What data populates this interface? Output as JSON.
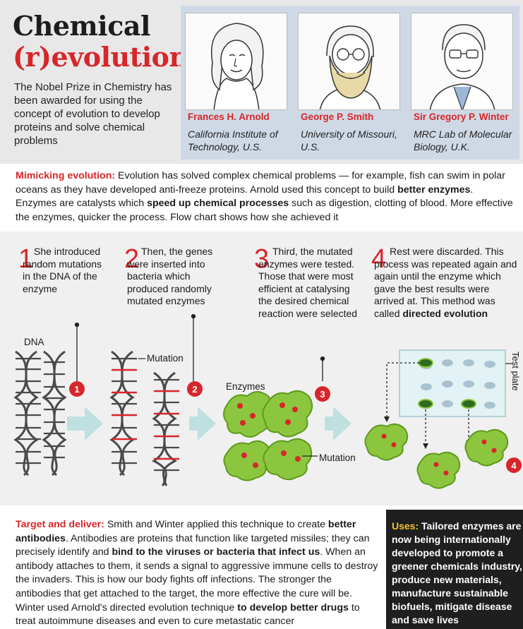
{
  "title": {
    "line1": "Chemical",
    "line2": "(r)evolution"
  },
  "intro": "The Nobel Prize in Chemistry has been awarded for using the concept of evolution to develop proteins and solve chemical problems",
  "laureates": [
    {
      "name": "Frances H. Arnold",
      "institution": "California Institute of Technology, U.S."
    },
    {
      "name": "George P. Smith",
      "institution": "University of Missouri, U.S."
    },
    {
      "name": "Sir Gregory P. Winter",
      "institution": "MRC Lab of Molecular Biology,  U.K."
    }
  ],
  "mimicking": {
    "label": "Mimicking evolution:",
    "text1": " Evolution has solved complex chemical problems — for example, fish can swim in polar oceans as they have developed anti-freeze proteins. Arnold used this concept to build ",
    "bold1": "better enzymes",
    "text2": ". Enzymes are catalysts which ",
    "bold2": "speed up chemical processes",
    "text3": " such as digestion, clotting of blood. More effective the enzymes, quicker the process. Flow chart shows how she achieved it"
  },
  "steps": [
    {
      "num": "1",
      "text": "She introduced random mutations in the DNA of the enzyme"
    },
    {
      "num": "2",
      "text": "Then, the genes were inserted into bacteria which produced randomly mutated enzymes"
    },
    {
      "num": "3",
      "text": "Third, the mutated enzymes were tested. Those that were most efficient at catalysing the desired chemical reaction were selected"
    },
    {
      "num": "4",
      "text": "Rest were discarded. This process was repeated again and again until the enzyme which gave the best results were arrived at. This method was called ",
      "bold": "directed evolution"
    }
  ],
  "diagram_labels": {
    "dna": "DNA",
    "mutation_top": "Mutation",
    "enzymes": "Enzymes",
    "mutation_bottom": "Mutation",
    "test_plate": "Test plate",
    "marker1": "1",
    "marker2": "2",
    "marker3": "3",
    "marker4": "4"
  },
  "target": {
    "label": "Target and deliver:",
    "t1": " Smith and Winter applied this technique to create ",
    "b1": "better antibodies",
    "t2": ". Antibodies are proteins that function like targeted missiles; they can precisely identify and ",
    "b2": "bind to the viruses or bacteria that infect us",
    "t3": ". When an antibody attaches to them, it sends a signal to aggressive immune cells to destroy the invaders. This is how our body fights off infections. The stronger the antibodies that get attached to the target, the more effective the cure will be. Winter used Arnold's directed evolution technique ",
    "b3": "to develop better drugs",
    "t4": " to treat autoimmune diseases and even to cure metastatic cancer"
  },
  "uses": {
    "label": "Uses:",
    "text": " Tailored enzymes are now being internationally developed to promote a greener chemicals industry, produce new materials, manufacture sustainable biofuels, mitigate disease and save lives"
  },
  "colors": {
    "accent_red": "#d7262a",
    "enzyme_green": "#8cc63f",
    "arrow_teal": "#bfe0e0",
    "uses_yellow": "#f2c230"
  }
}
